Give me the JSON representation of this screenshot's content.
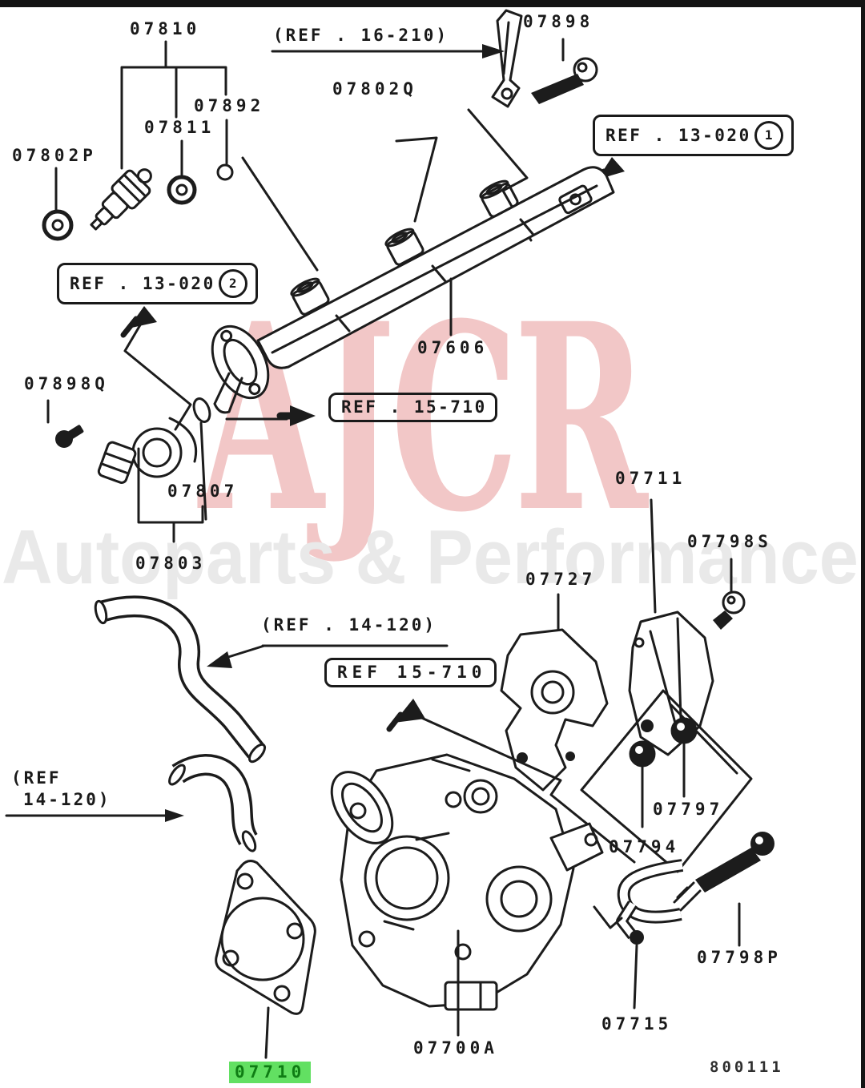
{
  "watermark": {
    "brand": "AJCR",
    "tagline": "Autoparts & Performance",
    "brand_color": "#f2c7c7",
    "tagline_color": "#e9e9e9"
  },
  "diagram": {
    "part_labels": {
      "p07810": "07810",
      "p07892": "07892",
      "p07811": "07811",
      "p07802P": "07802P",
      "p07898": "07898",
      "p07802Q": "07802Q",
      "p07606": "07606",
      "p07898Q": "07898Q",
      "p07807": "07807",
      "p07803": "07803",
      "p07711": "07711",
      "p07798S": "07798S",
      "p07727": "07727",
      "p07797": "07797",
      "p07794": "07794",
      "p07798P": "07798P",
      "p07715": "07715",
      "p07700A": "07700A",
      "p07710": "07710"
    },
    "ref_boxes": [
      {
        "text": "REF . 13-020",
        "badge": "1"
      },
      {
        "text": "REF . 13-020",
        "badge": "2"
      },
      {
        "text": "REF . 15-710",
        "badge": ""
      },
      {
        "text": "REF 15-710",
        "badge": ""
      }
    ],
    "ref_notes": {
      "top": "(REF . 16-210)",
      "mid": "(REF . 14-120)",
      "left_line1": "(REF",
      "left_line2": "14-120)"
    },
    "plate_code": "800111",
    "highlighted_part": "07710",
    "colors": {
      "ink": "#1c1c1c",
      "highlight_bg": "#62e062",
      "highlight_text": "#0f7d14"
    }
  }
}
